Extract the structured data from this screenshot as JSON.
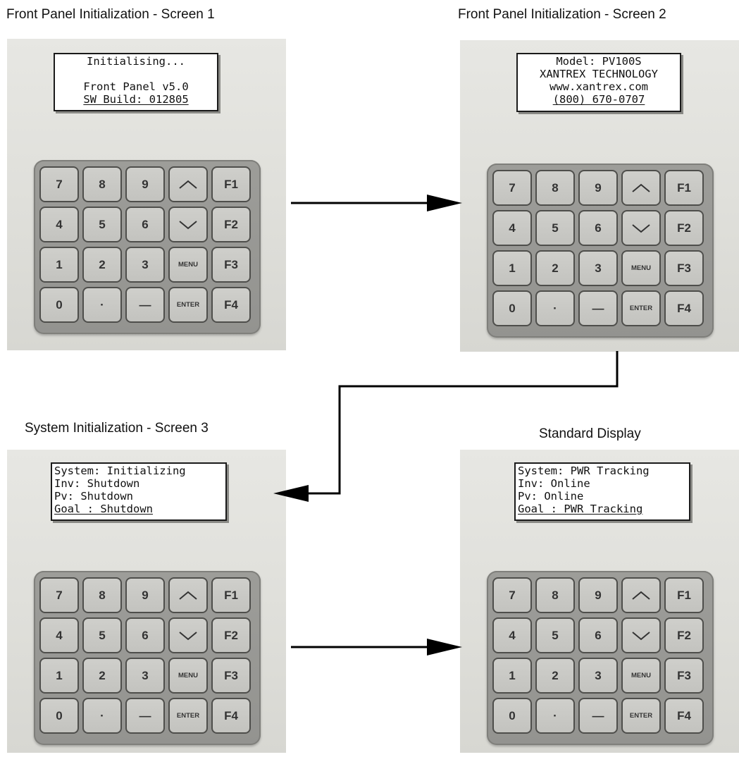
{
  "screens": [
    {
      "caption": "Front Panel Initialization - Screen 1",
      "lcd_lines": [
        "Initialising...",
        "",
        "Front Panel v5.0",
        "SW Build: 012805"
      ]
    },
    {
      "caption": "Front Panel Initialization - Screen 2",
      "lcd_lines": [
        "Model: PV100S",
        "XANTREX TECHNOLOGY",
        "www.xantrex.com",
        "(800) 670-0707"
      ]
    },
    {
      "caption": "System Initialization - Screen 3",
      "lcd_lines": [
        "System: Initializing",
        "Inv: Shutdown",
        "Pv: Shutdown",
        "Goal : Shutdown"
      ]
    },
    {
      "caption": "Standard Display",
      "lcd_lines": [
        "System: PWR Tracking",
        "Inv: Online",
        "Pv: Online",
        "Goal : PWR Tracking"
      ]
    }
  ],
  "keypad": {
    "keys": [
      {
        "label": "7",
        "name": "key-7"
      },
      {
        "label": "8",
        "name": "key-8"
      },
      {
        "label": "9",
        "name": "key-9"
      },
      {
        "label": "",
        "name": "key-up",
        "icon": "chevron-up-icon"
      },
      {
        "label": "F1",
        "name": "key-f1"
      },
      {
        "label": "4",
        "name": "key-4"
      },
      {
        "label": "5",
        "name": "key-5"
      },
      {
        "label": "6",
        "name": "key-6"
      },
      {
        "label": "",
        "name": "key-down",
        "icon": "chevron-down-icon"
      },
      {
        "label": "F2",
        "name": "key-f2"
      },
      {
        "label": "1",
        "name": "key-1"
      },
      {
        "label": "2",
        "name": "key-2"
      },
      {
        "label": "3",
        "name": "key-3"
      },
      {
        "label": "MENU",
        "name": "key-menu"
      },
      {
        "label": "F3",
        "name": "key-f3"
      },
      {
        "label": "0",
        "name": "key-0"
      },
      {
        "label": "·",
        "name": "key-decimal"
      },
      {
        "label": "—",
        "name": "key-minus"
      },
      {
        "label": "ENTER",
        "name": "key-enter"
      },
      {
        "label": "F4",
        "name": "key-f4"
      }
    ]
  },
  "colors": {
    "panel": "#e0e0dc",
    "keypad": "#999995",
    "key": "#c9c9c5",
    "arrow": "#000000"
  }
}
